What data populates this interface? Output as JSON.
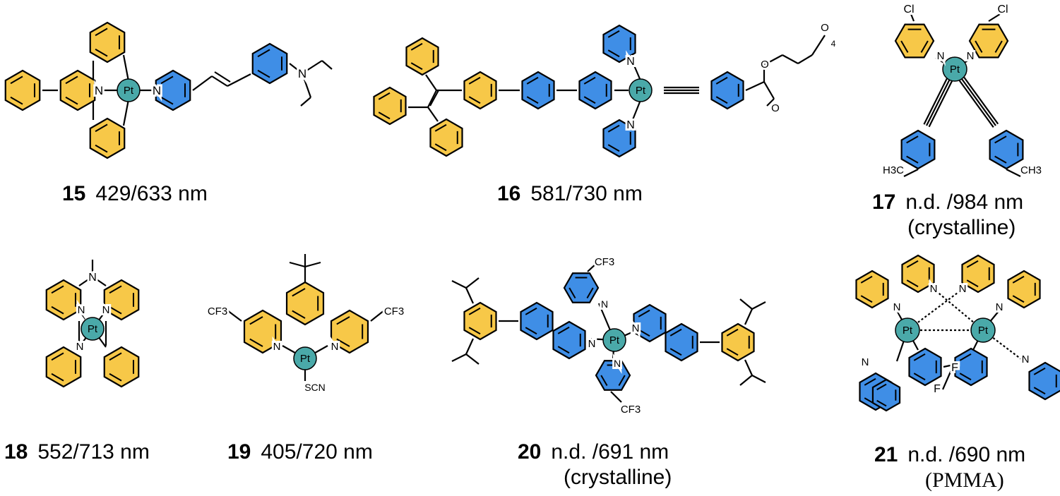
{
  "colors": {
    "yellow_ring": "#f7c848",
    "blue_ring": "#3f8ee6",
    "bond": "#000000",
    "pt_center": "#4aa9a9"
  },
  "atoms": {
    "pt": "Pt",
    "n": "N",
    "cl": "Cl",
    "o": "O",
    "f": "F",
    "cf3": "CF3",
    "scn": "SCN",
    "h3c": "H3C",
    "ch3": "CH3",
    "sub4": "4"
  },
  "compounds": [
    {
      "number": "15",
      "value": "429/633  nm",
      "note": ""
    },
    {
      "number": "16",
      "value": "581/730  nm",
      "note": ""
    },
    {
      "number": "17",
      "value": "n.d. /984  nm",
      "note": "(crystalline)"
    },
    {
      "number": "18",
      "value": "552/713  nm",
      "note": ""
    },
    {
      "number": "19",
      "value": "405/720  nm",
      "note": ""
    },
    {
      "number": "20",
      "value": "n.d. /691  nm",
      "note": "(crystalline)"
    },
    {
      "number": "21",
      "value": "n.d. /690 nm",
      "note": "(PMMA)"
    }
  ]
}
